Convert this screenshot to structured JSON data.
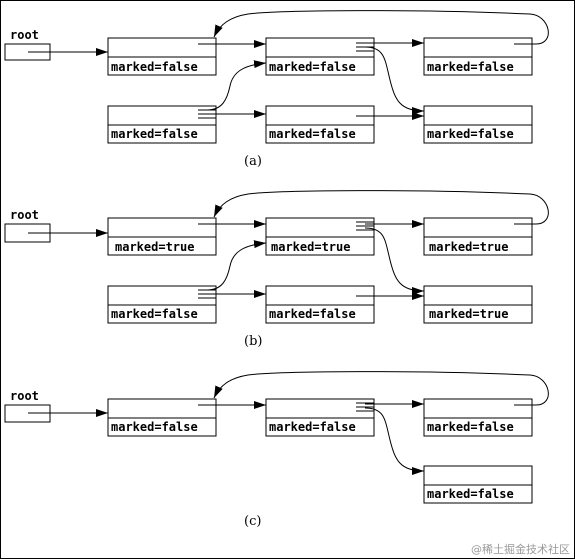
{
  "watermark": "@稀土掘金技术社区",
  "panels": [
    {
      "root_label": "root",
      "caption": "(a)",
      "nodes": [
        {
          "label": "marked=false"
        },
        {
          "label": "marked=false"
        },
        {
          "label": "marked=false"
        },
        {
          "label": "marked=false"
        },
        {
          "label": "marked=false"
        },
        {
          "label": "marked=false"
        }
      ]
    },
    {
      "root_label": "root",
      "caption": "(b)",
      "nodes": [
        {
          "label": "marked=true"
        },
        {
          "label": "marked=true"
        },
        {
          "label": "marked=true"
        },
        {
          "label": "marked=false"
        },
        {
          "label": "marked=false"
        },
        {
          "label": "marked=true"
        }
      ]
    },
    {
      "root_label": "root",
      "caption": "(c)",
      "nodes": [
        {
          "label": "marked=false"
        },
        {
          "label": "marked=false"
        },
        {
          "label": "marked=false"
        },
        {
          "label": "marked=false"
        }
      ]
    }
  ]
}
